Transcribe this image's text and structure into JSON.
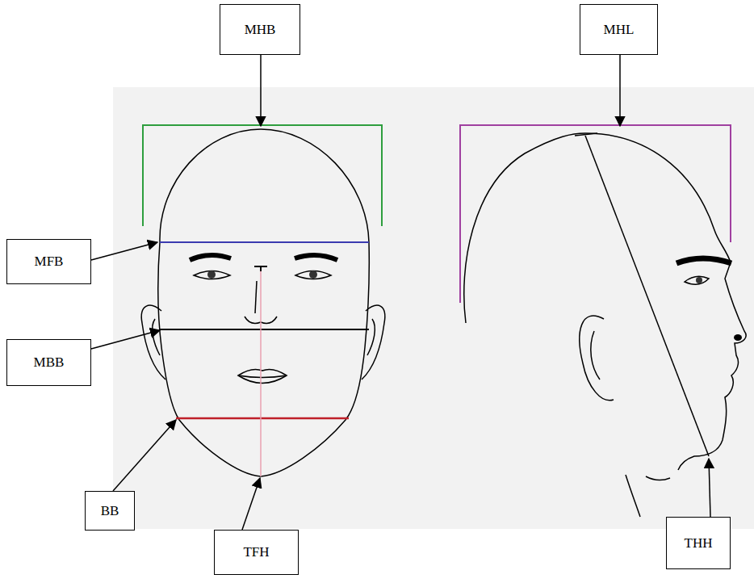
{
  "diagram": {
    "nodes": [
      {
        "text": [
          "MHB"
        ]
      },
      {
        "text": [
          "MHL"
        ]
      },
      {
        "text": [
          "MFB"
        ]
      },
      {
        "text": [
          "MBB"
        ]
      },
      {
        "text": [
          "BB"
        ]
      },
      {
        "text": [
          "TFH"
        ]
      },
      {
        "text": [
          "THH"
        ]
      }
    ]
  }
}
